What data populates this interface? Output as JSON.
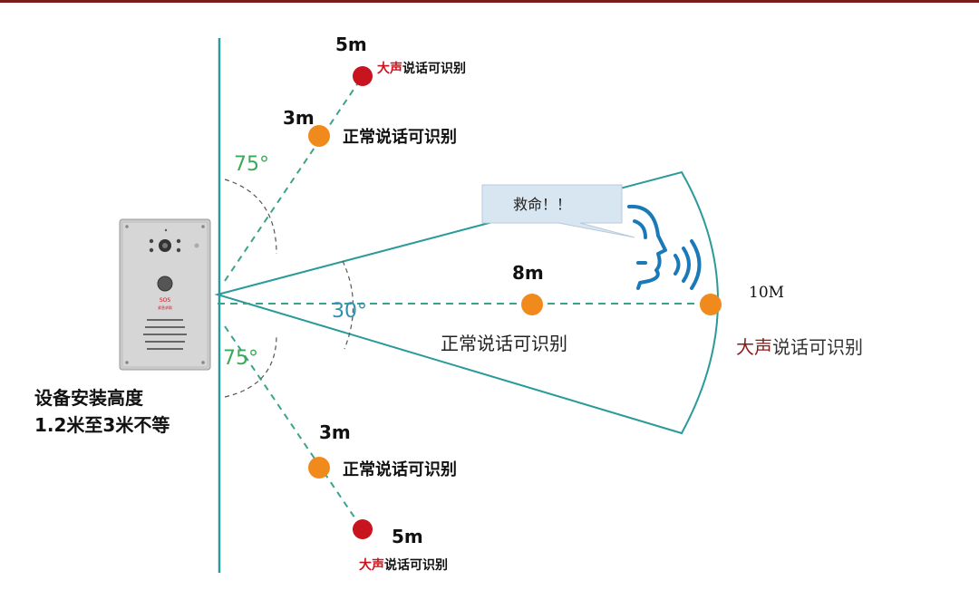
{
  "colors": {
    "line": "#2a9a9a",
    "dashed": "#3aa38c",
    "orange": "#f08a1c",
    "red": "#c8141e",
    "angle_green": "#3aaa5a",
    "angle_blue": "#2f90b0",
    "bubble": "#d8e6f2",
    "dark_red_text": "#8a1a1a"
  },
  "device": {
    "brand": "SOS",
    "sub": "紧急求助",
    "install_height_line1": "设备安装高度",
    "install_height_line2": "1.2米至3米不等"
  },
  "angles": {
    "top": "75°",
    "middle": "30°",
    "bottom": "75°"
  },
  "upper_ray": {
    "near_distance": "3m",
    "near_label": "正常说话可识别",
    "far_distance": "5m",
    "far_label_prefix": "大声",
    "far_label_suffix": "说话可识别"
  },
  "lower_ray": {
    "near_distance": "3m",
    "near_label": "正常说话可识别",
    "far_distance": "5m",
    "far_label_prefix": "大声",
    "far_label_suffix": "说话可识别"
  },
  "center_ray": {
    "near_distance": "8m",
    "near_label": "正常说话可识别",
    "far_distance": "10M",
    "far_label_prefix": "大声",
    "far_label_suffix": "说话可识别"
  },
  "speech_bubble": "救命！！"
}
